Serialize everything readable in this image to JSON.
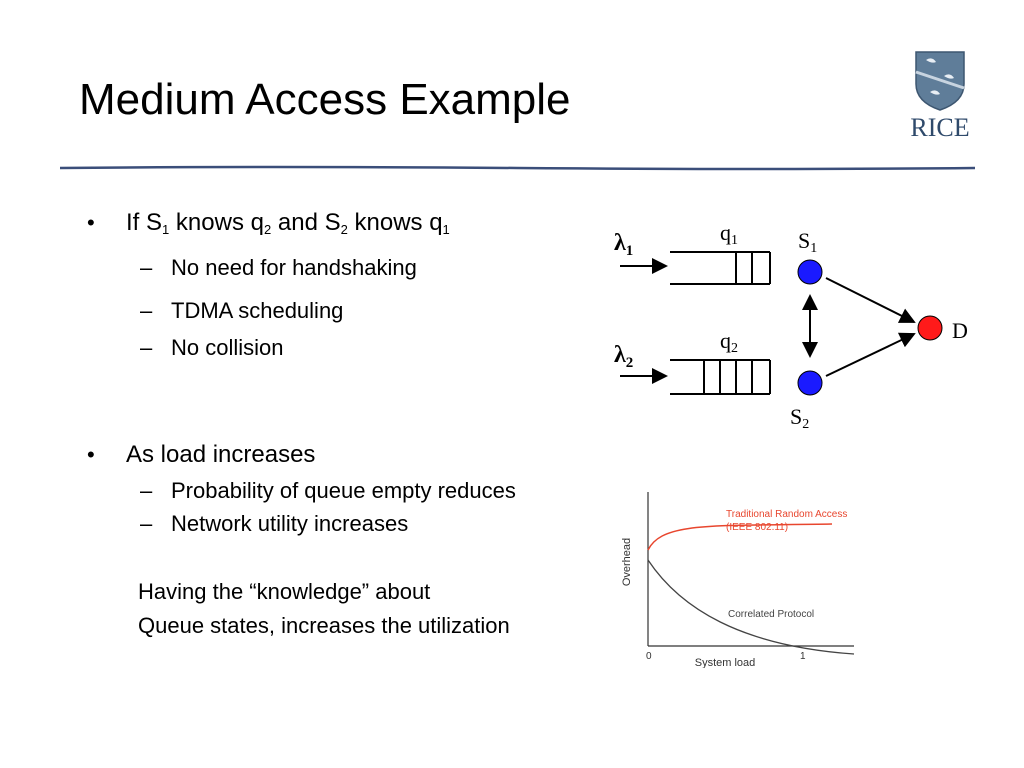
{
  "slide": {
    "title": "Medium Access Example",
    "logo_text": "RICE"
  },
  "bullets": [
    {
      "prefix": "If S",
      "sub_a": "1",
      "mid_a": " knows q",
      "sub_b": "2",
      "mid_b": " and S",
      "sub_c": "2",
      "mid_c": " knows q",
      "sub_d": "1",
      "subs": [
        "No need for handshaking",
        "TDMA scheduling",
        "No collision"
      ]
    },
    {
      "text": "As load increases",
      "subs": [
        "Probability of queue empty reduces",
        "Network utility increases"
      ]
    }
  ],
  "note": {
    "line1": "Having the “knowledge” about",
    "line2": "Queue states, increases the utilization"
  },
  "diagram": {
    "lambda": "λ",
    "lambda1_sub": "1",
    "lambda2_sub": "2",
    "q": "q",
    "q1_sub": "1",
    "q2_sub": "2",
    "s": "S",
    "s1_sub": "1",
    "s2_sub": "2",
    "d_label": "D",
    "colors": {
      "source_node": "#1a1aff",
      "dest_node": "#ff1a1a"
    }
  },
  "chart_data": {
    "type": "line",
    "xlabel": "System load",
    "ylabel": "Overhead",
    "x_ticks": [
      "0",
      "1"
    ],
    "series": [
      {
        "name": "Traditional Random Access",
        "name_line2": "(IEEE 802.11)",
        "color": "#e8462e",
        "trend": "increasing"
      },
      {
        "name": "Correlated Protocol",
        "color": "#444444",
        "trend": "decreasing"
      }
    ]
  }
}
